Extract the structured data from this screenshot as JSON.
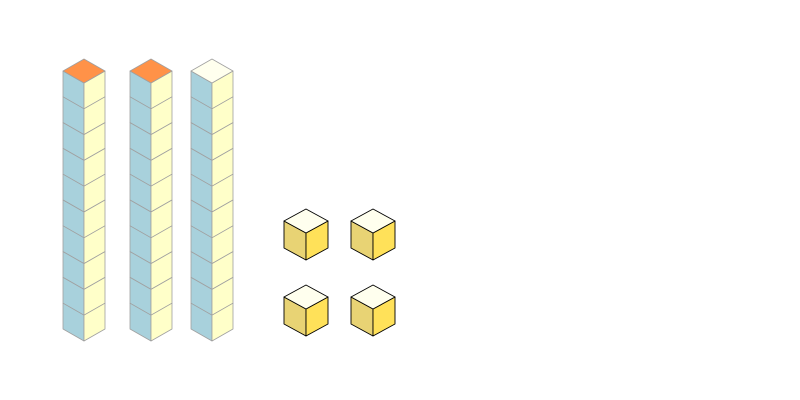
{
  "colors": {
    "background": "#ffffff",
    "rod_face_left": "#a8d1dc",
    "rod_face_right": "#ffffc9",
    "rod_top_default": "#ffffee",
    "rod_top_highlight": "#ff9248",
    "rod_edge": "#a0a0a0",
    "cube_face_left": "#e8d374",
    "cube_face_right": "#ffe159",
    "cube_top": "#ffffee",
    "cube_edge": "#000000"
  },
  "tens_rods": [
    {
      "units": 10,
      "top_highlighted": true
    },
    {
      "units": 10,
      "top_highlighted": true
    },
    {
      "units": 10,
      "top_highlighted": false
    }
  ],
  "unit_cubes": [
    {
      "row": 1,
      "col": 1
    },
    {
      "row": 1,
      "col": 2
    },
    {
      "row": 2,
      "col": 1
    },
    {
      "row": 2,
      "col": 2
    }
  ]
}
